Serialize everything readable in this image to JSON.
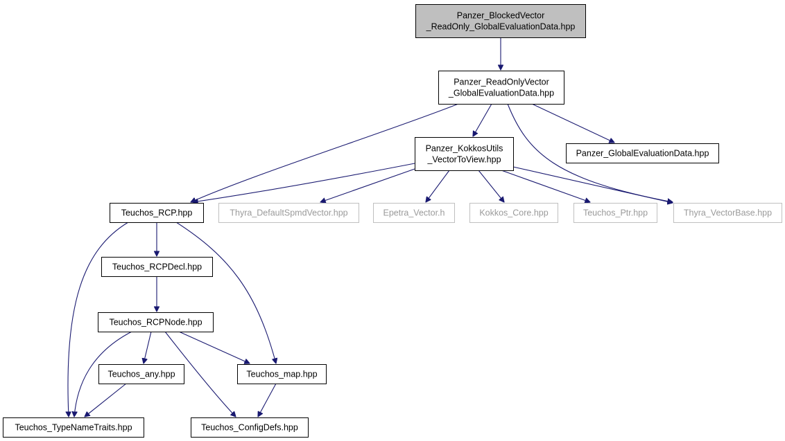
{
  "diagram": {
    "style": {
      "edge_color": "#191970",
      "root_fill": "#bfbfbf",
      "border_color": "#000000",
      "external_border_color": "#bfbfbf",
      "external_text_color": "#9a9a9a",
      "background": "#ffffff"
    },
    "nodes": [
      {
        "id": "root",
        "lines": [
          "Panzer_BlockedVector",
          "_ReadOnly_GlobalEvaluationData.hpp"
        ],
        "kind": "root"
      },
      {
        "id": "rovec",
        "lines": [
          "Panzer_ReadOnlyVector",
          "_GlobalEvaluationData.hpp"
        ],
        "kind": "file"
      },
      {
        "id": "kokkosutils",
        "lines": [
          "Panzer_KokkosUtils",
          "_VectorToView.hpp"
        ],
        "kind": "file"
      },
      {
        "id": "globaleval",
        "lines": [
          "Panzer_GlobalEvaluationData.hpp"
        ],
        "kind": "file"
      },
      {
        "id": "rcp",
        "lines": [
          "Teuchos_RCP.hpp"
        ],
        "kind": "file"
      },
      {
        "id": "thyra_spmd",
        "lines": [
          "Thyra_DefaultSpmdVector.hpp"
        ],
        "kind": "external"
      },
      {
        "id": "epetra",
        "lines": [
          "Epetra_Vector.h"
        ],
        "kind": "external"
      },
      {
        "id": "kokkos_core",
        "lines": [
          "Kokkos_Core.hpp"
        ],
        "kind": "external"
      },
      {
        "id": "teuchos_ptr",
        "lines": [
          "Teuchos_Ptr.hpp"
        ],
        "kind": "external"
      },
      {
        "id": "thyra_vb",
        "lines": [
          "Thyra_VectorBase.hpp"
        ],
        "kind": "external"
      },
      {
        "id": "rcpdecl",
        "lines": [
          "Teuchos_RCPDecl.hpp"
        ],
        "kind": "file"
      },
      {
        "id": "rcpnode",
        "lines": [
          "Teuchos_RCPNode.hpp"
        ],
        "kind": "file"
      },
      {
        "id": "any",
        "lines": [
          "Teuchos_any.hpp"
        ],
        "kind": "file"
      },
      {
        "id": "map",
        "lines": [
          "Teuchos_map.hpp"
        ],
        "kind": "file"
      },
      {
        "id": "typenametraits",
        "lines": [
          "Teuchos_TypeNameTraits.hpp"
        ],
        "kind": "file"
      },
      {
        "id": "configdefs",
        "lines": [
          "Teuchos_ConfigDefs.hpp"
        ],
        "kind": "file"
      }
    ],
    "edges": [
      {
        "from": "root",
        "to": "rovec"
      },
      {
        "from": "rovec",
        "to": "kokkosutils"
      },
      {
        "from": "rovec",
        "to": "globaleval"
      },
      {
        "from": "rovec",
        "to": "rcp"
      },
      {
        "from": "rovec",
        "to": "thyra_vb"
      },
      {
        "from": "kokkosutils",
        "to": "rcp"
      },
      {
        "from": "kokkosutils",
        "to": "thyra_spmd"
      },
      {
        "from": "kokkosutils",
        "to": "epetra"
      },
      {
        "from": "kokkosutils",
        "to": "kokkos_core"
      },
      {
        "from": "kokkosutils",
        "to": "teuchos_ptr"
      },
      {
        "from": "kokkosutils",
        "to": "thyra_vb"
      },
      {
        "from": "rcp",
        "to": "rcpdecl"
      },
      {
        "from": "rcp",
        "to": "map"
      },
      {
        "from": "rcp",
        "to": "typenametraits"
      },
      {
        "from": "rcpdecl",
        "to": "rcpnode"
      },
      {
        "from": "rcpnode",
        "to": "any"
      },
      {
        "from": "rcpnode",
        "to": "map"
      },
      {
        "from": "rcpnode",
        "to": "typenametraits"
      },
      {
        "from": "rcpnode",
        "to": "configdefs"
      },
      {
        "from": "any",
        "to": "typenametraits"
      },
      {
        "from": "map",
        "to": "configdefs"
      }
    ]
  }
}
